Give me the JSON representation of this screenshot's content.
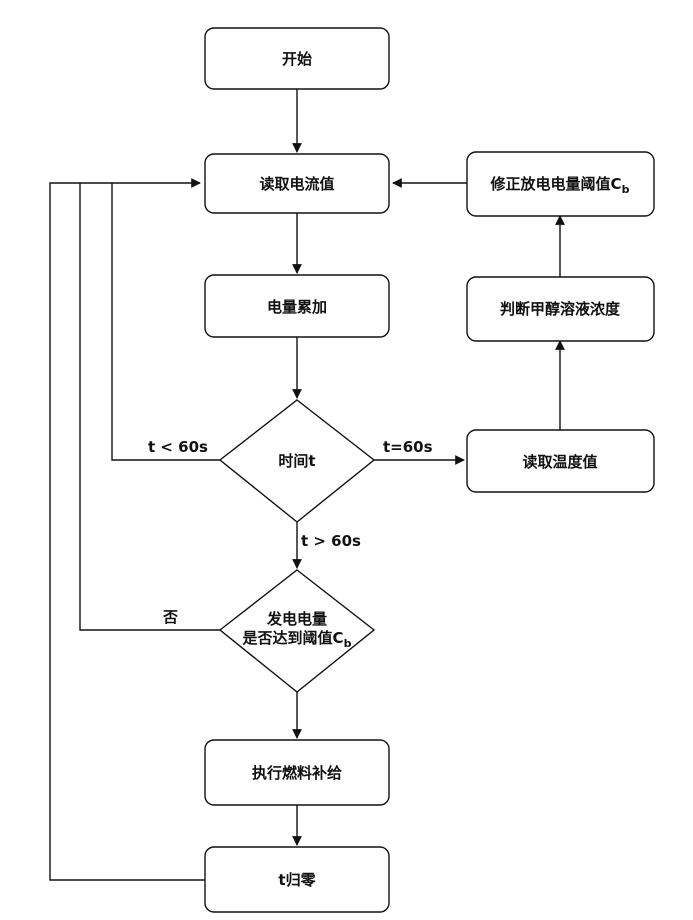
{
  "nodes": {
    "start": "开始",
    "read_current": "读取电流值",
    "accumulate": "电量累加",
    "time_t": "时间t",
    "check_line1": "发电电量",
    "check_line2": "是否达到阈值C",
    "check_sub": "b",
    "fuel_supply": "执行燃料补给",
    "reset_t": "t归零",
    "read_temp": "读取温度值",
    "judge_conc": "判断甲醇溶液浓度",
    "fix_threshold": "修正放电电量阈值C",
    "fix_sub": "b"
  },
  "edge_labels": {
    "lt60": "t < 60s",
    "eq60": "t=60s",
    "gt60": "t > 60s",
    "no": "否"
  },
  "colors": {
    "stroke": "#111111",
    "fill": "#ffffff"
  }
}
